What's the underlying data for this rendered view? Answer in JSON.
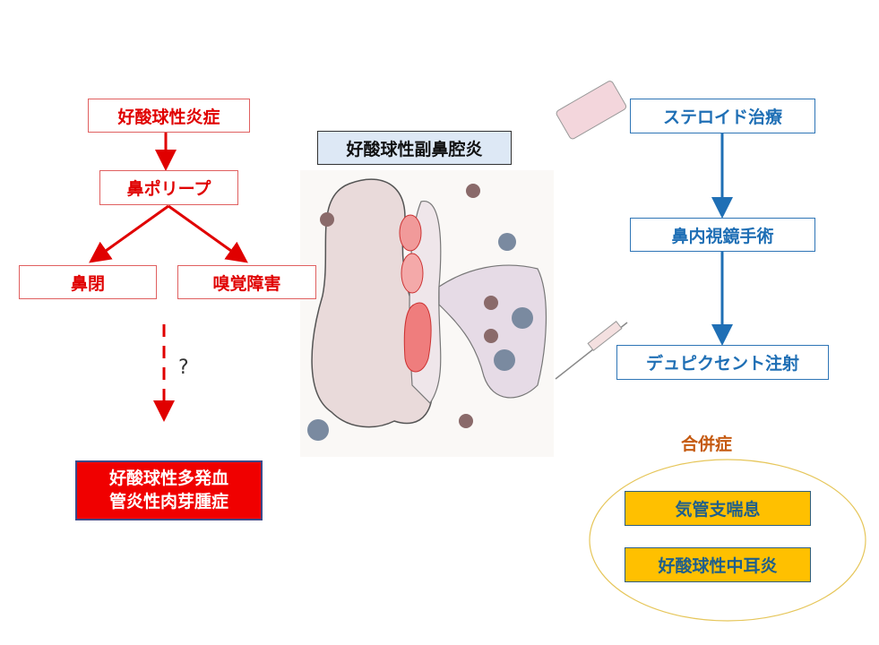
{
  "left_flow": {
    "inflammation": "好酸球性炎症",
    "polyp": "鼻ポリープ",
    "obstruction": "鼻閉",
    "olfactory": "嗅覚障害",
    "question": "?",
    "egpa_line1": "好酸球性多発血",
    "egpa_line2": "管炎性肉芽腫症"
  },
  "center": {
    "title": "好酸球性副鼻腔炎"
  },
  "treatment": {
    "steroid": "ステロイド治療",
    "surgery": "鼻内視鏡手術",
    "dupixent": "デュピクセント注射"
  },
  "complications": {
    "title": "合併症",
    "items": [
      "気管支喘息",
      "好酸球性中耳炎"
    ]
  },
  "colors": {
    "red": "#e00000",
    "blue": "#1f6fb5",
    "yellow": "#ffc000",
    "brown": "#c55a11"
  }
}
